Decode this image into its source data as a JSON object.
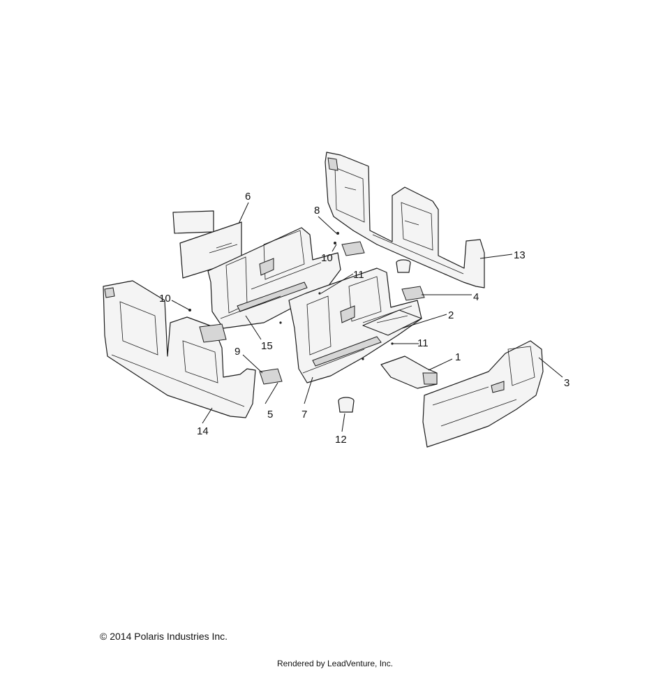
{
  "diagram": {
    "callouts": [
      "1",
      "2",
      "3",
      "4",
      "5",
      "6",
      "7",
      "8",
      "9",
      "10",
      "10",
      "11",
      "11",
      "12",
      "13",
      "14",
      "15"
    ],
    "copyright": "© 2014 Polaris Industries Inc.",
    "rendered_by": "Rendered by LeadVenture, Inc."
  }
}
